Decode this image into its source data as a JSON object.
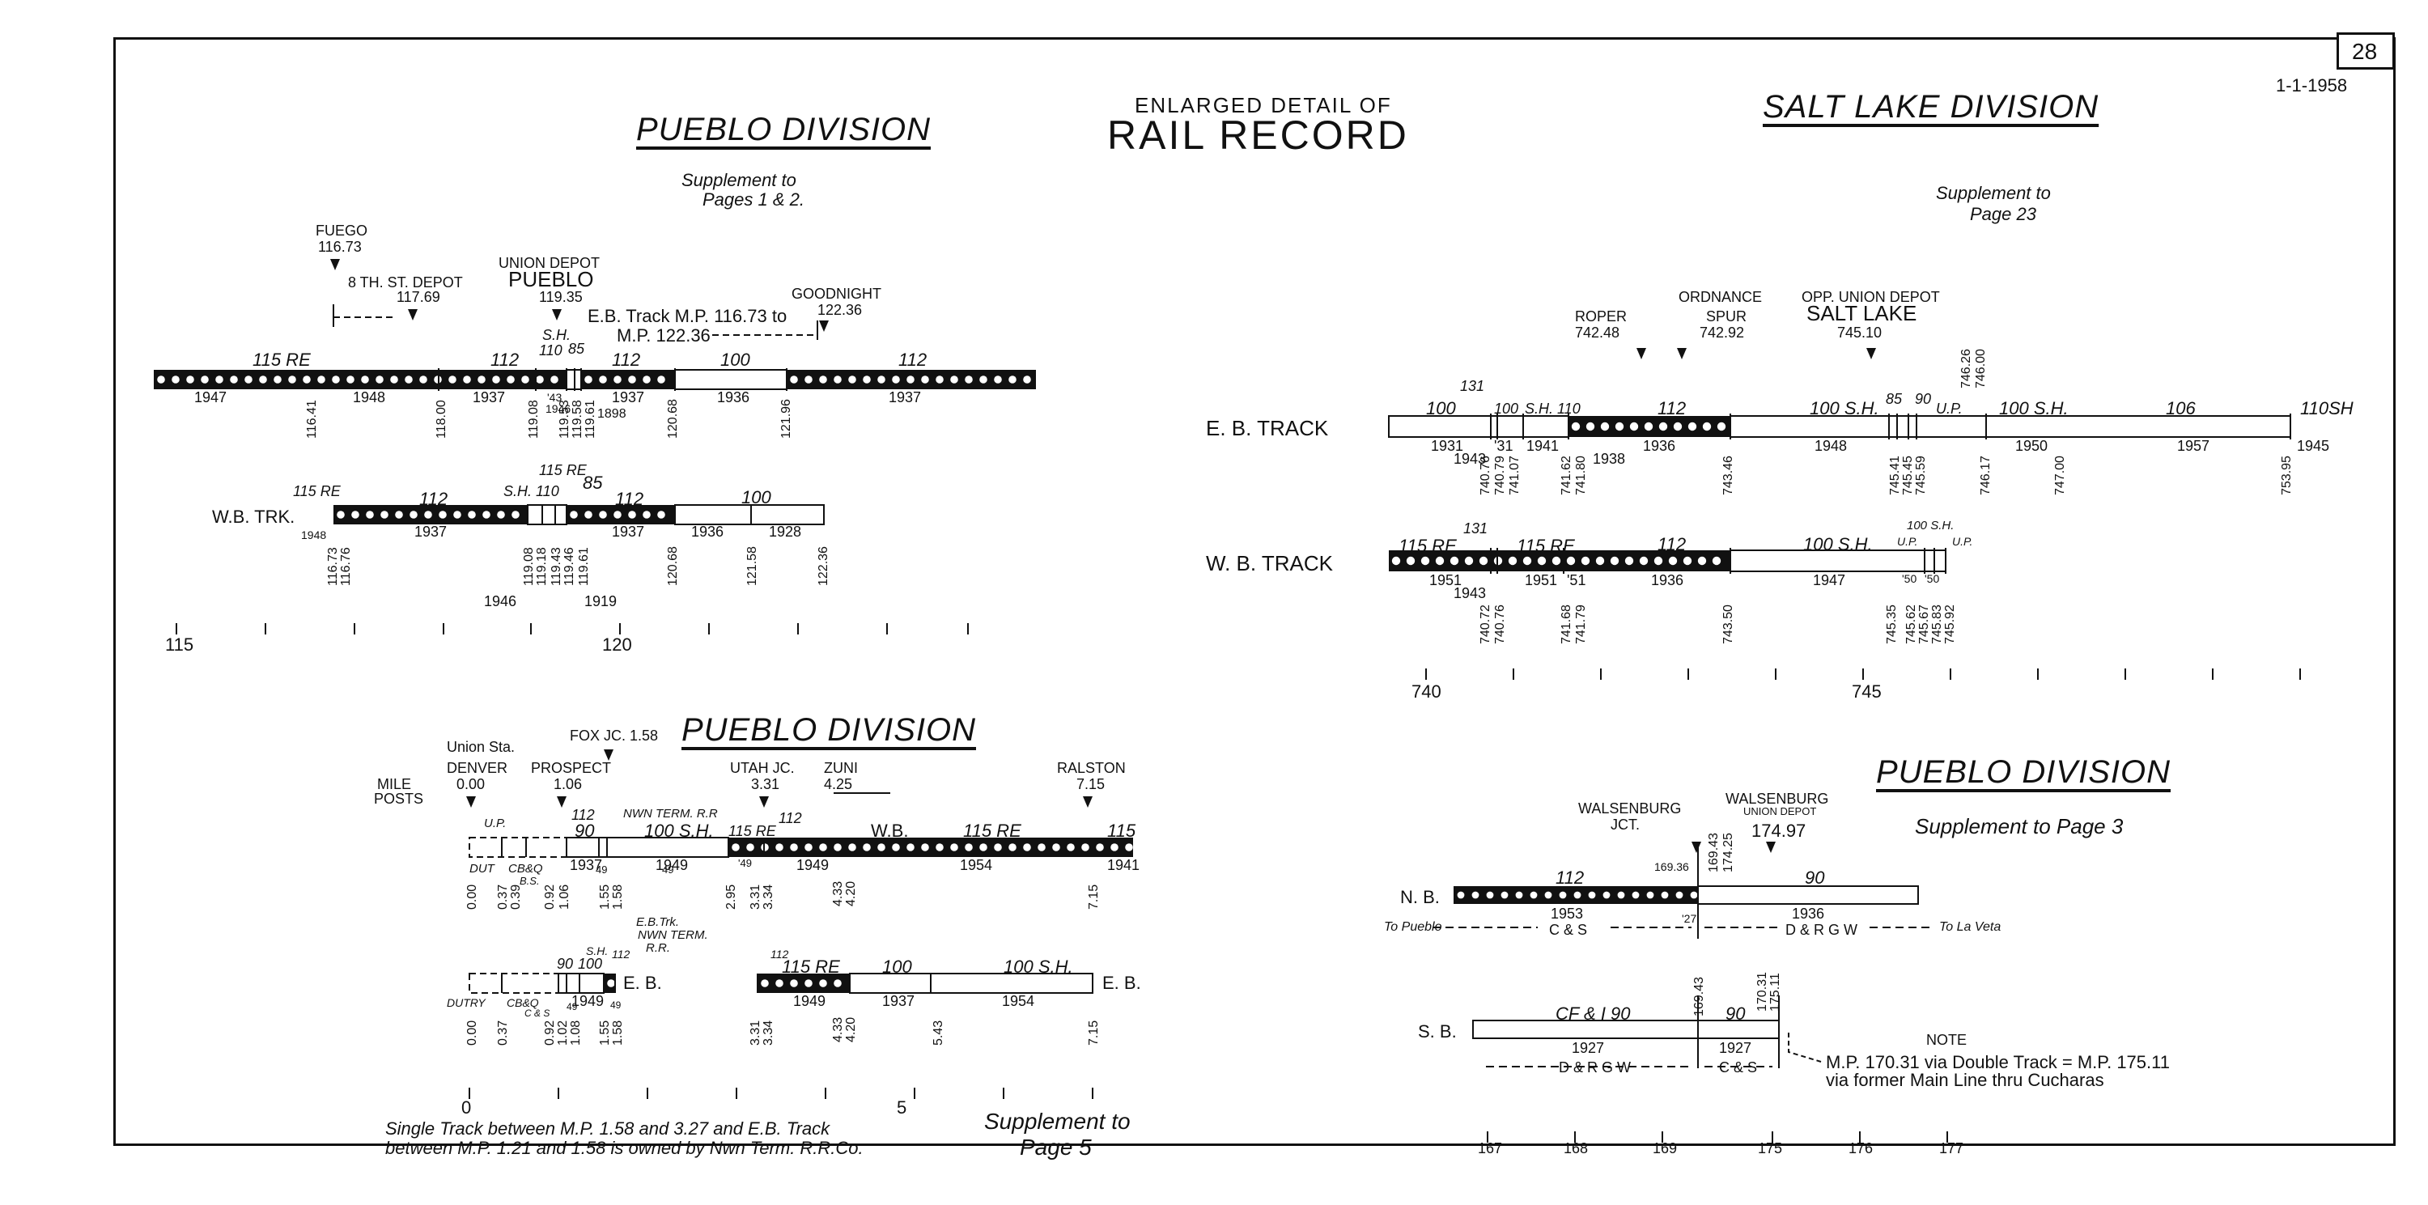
{
  "page_number": "28",
  "date": "1-1-1958",
  "title_top": "ENLARGED DETAIL OF",
  "title_main": "RAIL RECORD",
  "pueblo_top": {
    "heading": "PUEBLO DIVISION",
    "supplement": [
      "Supplement to",
      "Pages 1 & 2."
    ],
    "fuego": [
      "FUEGO",
      "116.73"
    ],
    "depot8": [
      "8 TH. ST. DEPOT",
      "117.69"
    ],
    "union_depot": [
      "UNION DEPOT",
      "PUEBLO",
      "119.35"
    ],
    "goodnight": [
      "GOODNIGHT",
      "122.36"
    ],
    "eb_note": [
      "E.B. Track M.P. 116.73 to",
      "M.P. 122.36"
    ],
    "eb_weights": [
      "115 RE",
      "112",
      "110",
      "85",
      "112",
      "100",
      "112"
    ],
    "eb_sh": "S.H.",
    "eb_years": [
      "1947",
      "1948",
      "1937",
      "1937",
      "1936",
      "1937"
    ],
    "eb_small_years": [
      "'43",
      "1946",
      "1898"
    ],
    "eb_mileposts": [
      "116.41",
      "118.00",
      "119.08",
      "119.53",
      "119.58",
      "119.61",
      "120.68",
      "121.96"
    ],
    "wb_label": "W.B. TRK.",
    "wb_weights": [
      "115 RE",
      "112",
      "S.H. 110",
      "115 RE",
      "85",
      "112",
      "100"
    ],
    "wb_years": [
      "1948",
      "1937",
      "1937",
      "1936",
      "1928"
    ],
    "wb_mileposts": [
      "116.73",
      "116.76",
      "119.08",
      "119.18",
      "119.43",
      "119.46",
      "119.61",
      "120.68",
      "121.58",
      "122.36"
    ],
    "wb_small_years": [
      "1946",
      "1919"
    ],
    "scale": [
      "115",
      "120"
    ]
  },
  "salt_lake": {
    "heading": "SALT LAKE DIVISION",
    "supplement": [
      "Supplement to",
      "Page 23"
    ],
    "roper": [
      "ROPER",
      "742.48"
    ],
    "ordnance": [
      "ORDNANCE",
      "SPUR",
      "742.92"
    ],
    "union_depot": [
      "OPP. UNION DEPOT",
      "SALT LAKE",
      "745.10"
    ],
    "eb_label": "E. B. TRACK",
    "wb_label": "W. B. TRACK",
    "eb_weights": [
      "131",
      "100",
      "100",
      "S.H. 110",
      "112",
      "100 S.H.",
      "85",
      "90",
      "U.P.",
      "100 S.H.",
      "106",
      "110SH"
    ],
    "eb_years": [
      "1931",
      "'31",
      "1941",
      "1943",
      "1936",
      "1938",
      "1948",
      "1950",
      "1957",
      "1945"
    ],
    "eb_mileposts": [
      "740.76",
      "740.79",
      "741.07",
      "741.62",
      "741.80",
      "743.46",
      "745.41",
      "745.45",
      "745.59",
      "746.17",
      "747.00",
      "753.95"
    ],
    "eb_top_mileposts": [
      "746.26",
      "746.00"
    ],
    "wb_weights": [
      "115 RE",
      "131",
      "115 RE",
      "112",
      "100 S.H.",
      "100 S.H.",
      "U.P.",
      "U.P."
    ],
    "wb_years": [
      "1951",
      "1943",
      "1951",
      "'51",
      "1936",
      "1947",
      "'50",
      "'50"
    ],
    "wb_mileposts": [
      "740.72",
      "740.76",
      "741.68",
      "741.79",
      "743.50",
      "745.35",
      "745.62",
      "745.67",
      "745.83",
      "745.92"
    ],
    "scale": [
      "740",
      "745"
    ]
  },
  "pueblo_bottom": {
    "heading": "PUEBLO DIVISION",
    "mile_posts": [
      "MILE",
      "POSTS"
    ],
    "denver": [
      "Union Sta.",
      "DENVER",
      "0.00"
    ],
    "prospect": [
      "PROSPECT",
      "1.06"
    ],
    "fox": "FOX JC. 1.58",
    "utah": [
      "UTAH JC.",
      "3.31"
    ],
    "zuni": [
      "ZUNI",
      "4.25"
    ],
    "ralston": [
      "RALSTON",
      "7.15"
    ],
    "nwn_note": "NWN TERM. R.R",
    "top_weights": [
      "U.P.",
      "90",
      "100 S.H.",
      "115 RE",
      "112",
      "115 RE",
      "115",
      "112"
    ],
    "top_small": [
      "DUT",
      "CB&Q",
      "B.S.",
      "49",
      "49",
      "'49",
      "W.B."
    ],
    "top_years": [
      "1937",
      "1949",
      "1949",
      "1954",
      "1941"
    ],
    "top_mileposts": [
      "0.00",
      "0.37",
      "0.39",
      "0.92",
      "1.06",
      "1.55",
      "1.58",
      "2.95",
      "3.31",
      "3.34",
      "7.15"
    ],
    "top_marks": [
      "4.33",
      "4.20"
    ],
    "eb_note": [
      "E.B.Trk.",
      "NWN TERM.",
      "R.R."
    ],
    "eb_label": "E. B.",
    "eb_weights": [
      "90",
      "100",
      "S.H.",
      "112",
      "112",
      "115 RE",
      "100",
      "100 S.H."
    ],
    "eb_small": [
      "DUTRY",
      "CB&Q",
      "C & S",
      "49",
      "49"
    ],
    "eb_years": [
      "1949",
      "1949",
      "1937",
      "1954"
    ],
    "eb_mileposts": [
      "0.00",
      "0.37",
      "0.92",
      "1.02",
      "1.08",
      "1.55",
      "1.58",
      "3.31",
      "3.34",
      "5.43",
      "7.15"
    ],
    "eb_marks": [
      "4.33",
      "4.20"
    ],
    "scale": [
      "0",
      "5"
    ],
    "footnote": [
      "Single Track between M.P. 1.58 and 3.27 and E.B. Track",
      "between M.P. 1.21 and 1.58 is owned by Nwn Term. R.R.Co."
    ],
    "supplement": [
      "Supplement to",
      "Page 5"
    ]
  },
  "pueblo_right": {
    "heading": "PUEBLO DIVISION",
    "supplement": "Supplement to Page 3",
    "walsenburg_jct": [
      "WALSENBURG",
      "JCT."
    ],
    "walsenburg": [
      "WALSENBURG",
      "UNION DEPOT",
      "174.97"
    ],
    "nb_label": "N. B.",
    "sb_label": "S. B.",
    "nb_weights": [
      "112",
      "90"
    ],
    "nb_years": [
      "1953",
      "1936",
      "'27"
    ],
    "nb_marks": [
      "169.36",
      "169.43",
      "174.25"
    ],
    "to_pueblo": "To Pueblo",
    "to_la_veta": "To La Veta",
    "nb_roads": [
      "C & S",
      "D & R G W"
    ],
    "sb_weights": [
      "CF & I 90",
      "90"
    ],
    "sb_years": [
      "1927",
      "1927"
    ],
    "sb_roads": [
      "D & R G W",
      "C & S"
    ],
    "sb_marks": [
      "169.43",
      "170.31",
      "175.11"
    ],
    "note_title": "NOTE",
    "note": [
      "M.P. 170.31 via Double Track = M.P. 175.11",
      "via former Main Line thru Cucharas"
    ],
    "scale": [
      "167",
      "168",
      "169",
      "175",
      "176",
      "177"
    ]
  }
}
